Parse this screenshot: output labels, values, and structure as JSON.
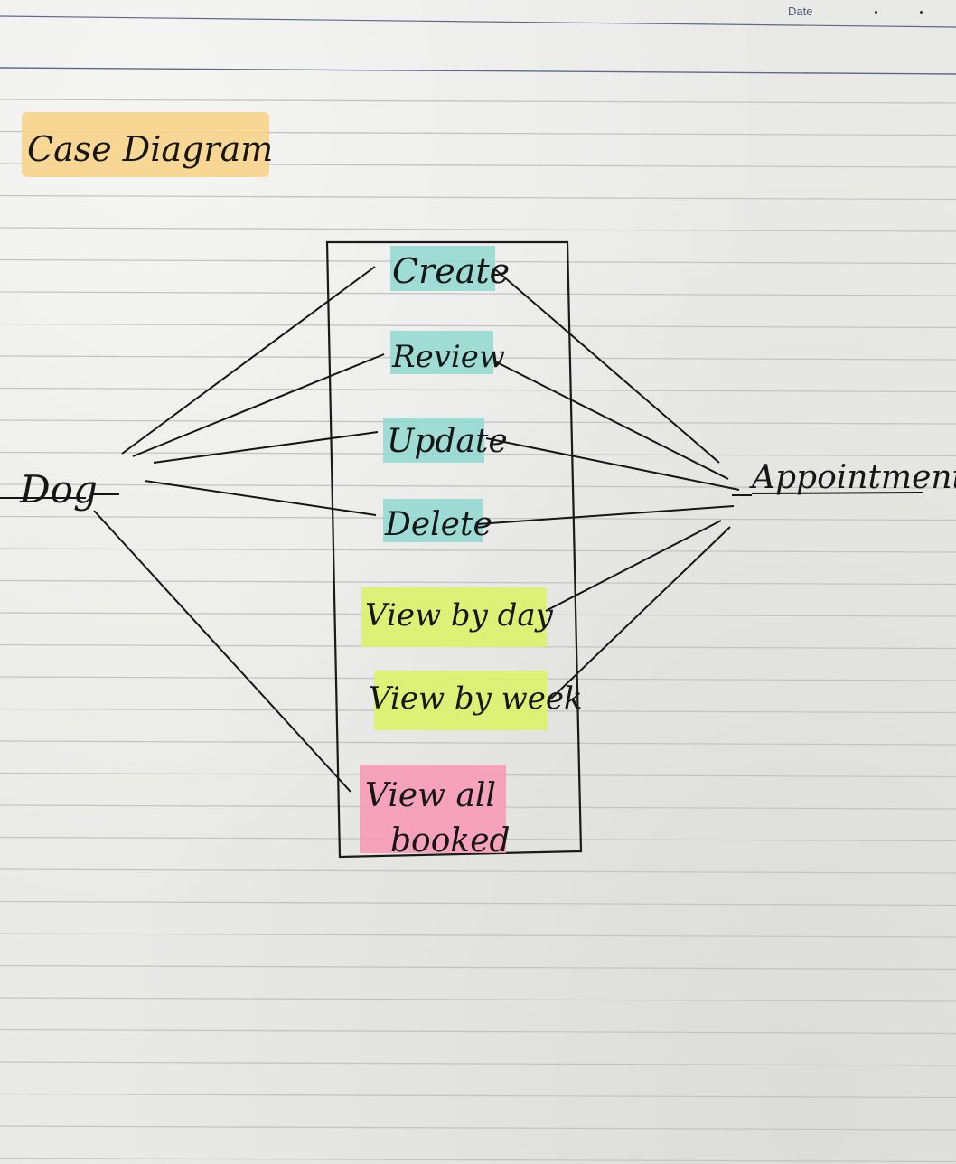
{
  "header": {
    "date_label": "Date"
  },
  "diagram": {
    "title": "Case Diagram",
    "actors": {
      "left": "Dog",
      "right": "Appointment"
    },
    "use_cases": [
      {
        "id": "create",
        "label": "Create",
        "highlight": "#8fd8d0"
      },
      {
        "id": "review",
        "label": "Review",
        "highlight": "#8fd8d0"
      },
      {
        "id": "update",
        "label": "Update",
        "highlight": "#8fd8d0"
      },
      {
        "id": "delete",
        "label": "Delete",
        "highlight": "#8fd8d0"
      },
      {
        "id": "view-by-day",
        "label": "View by day",
        "highlight": "#dcf26a"
      },
      {
        "id": "view-by-week",
        "label": "View by week",
        "highlight": "#dcf26a"
      },
      {
        "id": "view-all-booked",
        "label_line1": "View all",
        "label_line2": "booked",
        "highlight": "#f79ab8"
      }
    ],
    "associations": {
      "Dog": [
        "Create",
        "Review",
        "Update",
        "Delete",
        "View all booked"
      ],
      "Appointment": [
        "Create",
        "Review",
        "Update",
        "Delete",
        "View by day",
        "View by week"
      ]
    }
  },
  "colors": {
    "title_highlight": "#f8d38a",
    "teal_highlight": "#8fd8d0",
    "lime_highlight": "#dcf26a",
    "pink_highlight": "#f79ab8",
    "ink": "#161616",
    "rule_line": "#c4c5c3",
    "header_rule": "#5c6a8f"
  }
}
